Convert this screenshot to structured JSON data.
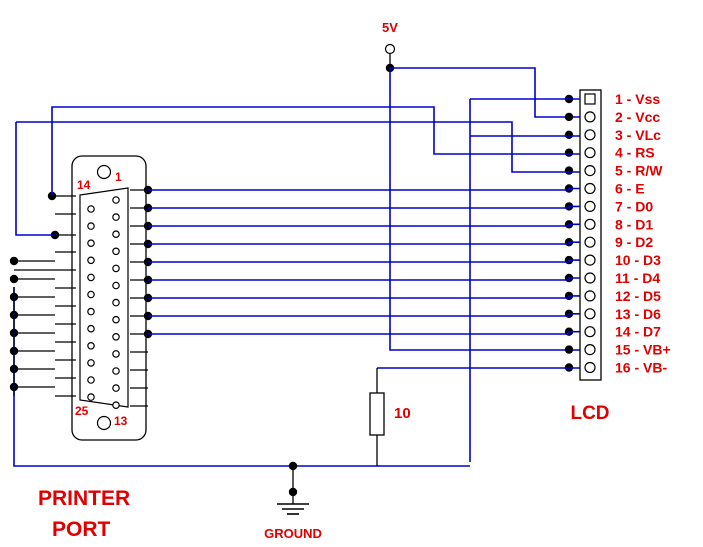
{
  "supply": {
    "label": "5V"
  },
  "ground": {
    "label": "GROUND"
  },
  "resistor": {
    "label": "10"
  },
  "printer_port": {
    "title_line1": "PRINTER",
    "title_line2": "PORT",
    "pin_top_left": "14",
    "pin_top_right": "1",
    "pin_bottom_left": "25",
    "pin_bottom_right": "13"
  },
  "lcd": {
    "title": "LCD",
    "pins": [
      "1 - Vss",
      "2 - Vcc",
      "3 - VLc",
      "4 - RS",
      "5 - R/W",
      "6 - E",
      "7 - D0",
      "8 - D1",
      "9 - D2",
      "10 - D3",
      "11 - D4",
      "12 - D5",
      "13 - D6",
      "14 - D7",
      "15 - VB+",
      "16 - VB-"
    ]
  },
  "colors": {
    "wire": "#0000d0",
    "label": "#e00000",
    "component": "#000000"
  }
}
